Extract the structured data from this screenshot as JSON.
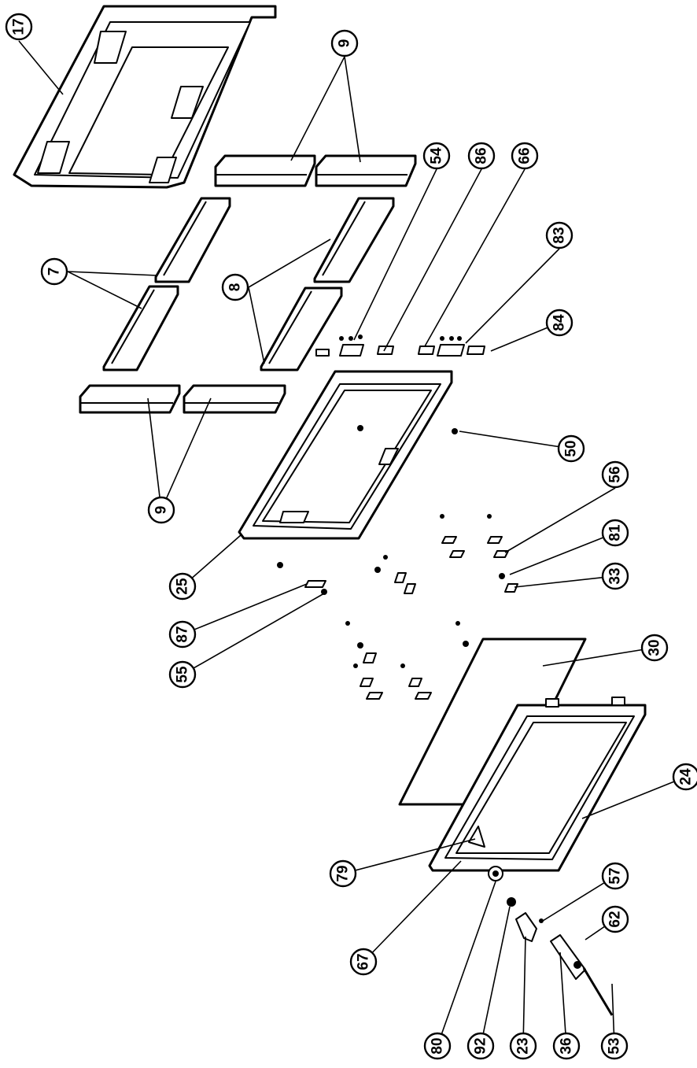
{
  "callouts": [
    {
      "label": "17"
    },
    {
      "label": "9"
    },
    {
      "label": "54"
    },
    {
      "label": "86"
    },
    {
      "label": "66"
    },
    {
      "label": "7"
    },
    {
      "label": "8"
    },
    {
      "label": "83"
    },
    {
      "label": "84"
    },
    {
      "label": "50"
    },
    {
      "label": "9"
    },
    {
      "label": "56"
    },
    {
      "label": "81"
    },
    {
      "label": "25"
    },
    {
      "label": "33"
    },
    {
      "label": "87"
    },
    {
      "label": "30"
    },
    {
      "label": "55"
    },
    {
      "label": "24"
    },
    {
      "label": "79"
    },
    {
      "label": "57"
    },
    {
      "label": "62"
    },
    {
      "label": "67"
    },
    {
      "label": "80"
    },
    {
      "label": "92"
    },
    {
      "label": "23"
    },
    {
      "label": "36"
    },
    {
      "label": "53"
    }
  ]
}
